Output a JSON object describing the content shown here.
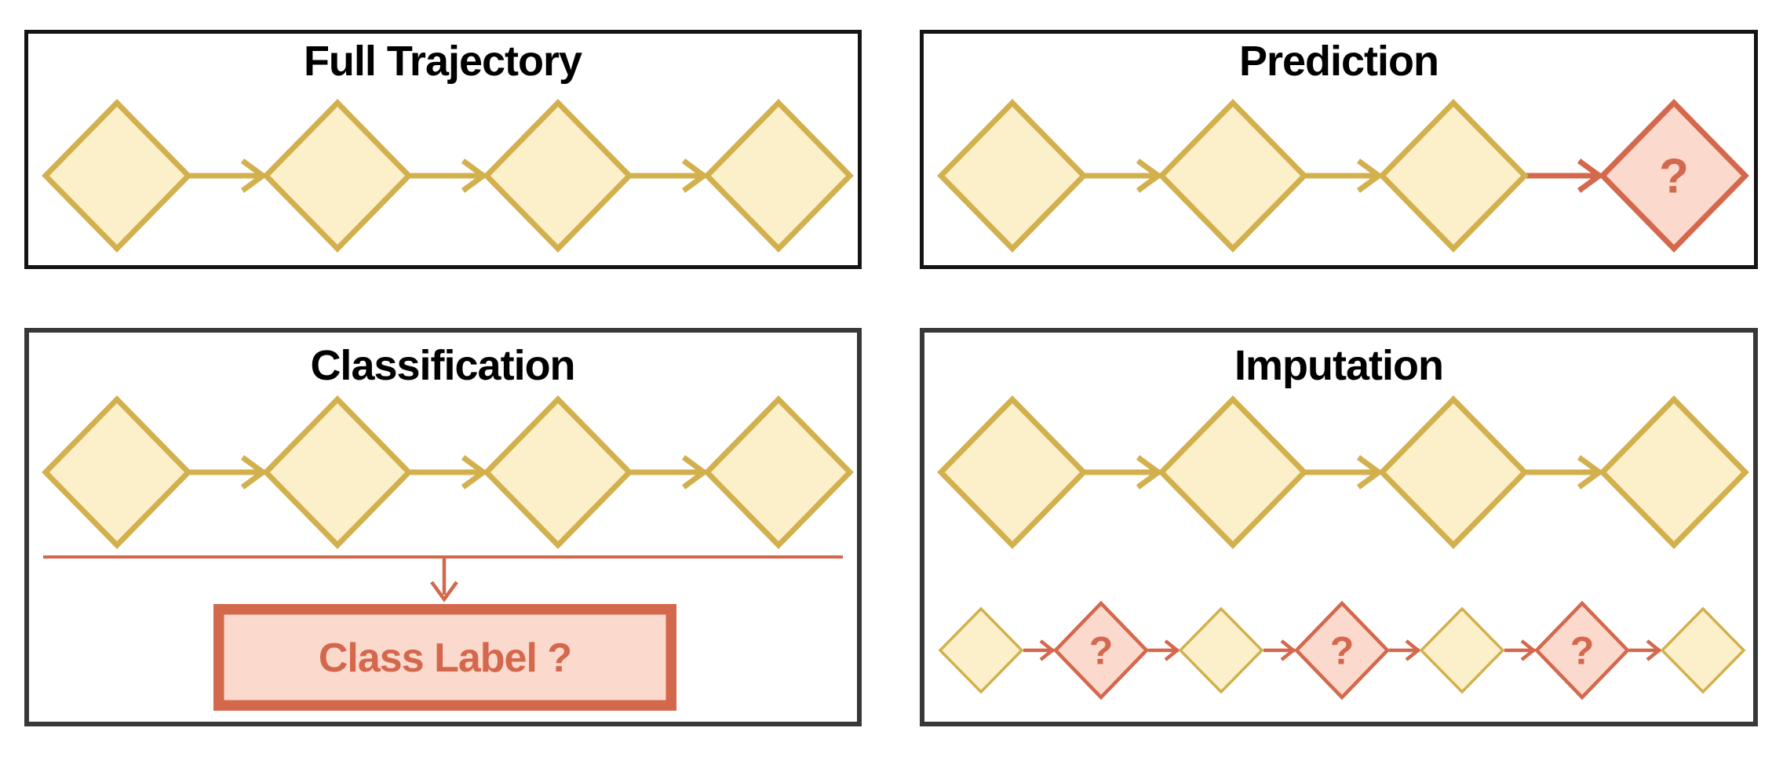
{
  "colors": {
    "background": "#FFFFFF",
    "observed_stroke": "#D3B04E",
    "observed_fill": "#FBF0C9",
    "unknown_stroke": "#D4684D",
    "unknown_fill": "#FBD9CD",
    "top_panel_border": "#141414",
    "bottom_panel_border": "#383838",
    "title_color": "#000000"
  },
  "panels": [
    {
      "key": "full_trajectory",
      "title": "Full Trajectory",
      "sequence": [
        "observed",
        "observed",
        "observed",
        "observed"
      ]
    },
    {
      "key": "prediction",
      "title": "Prediction",
      "sequence": [
        "observed",
        "observed",
        "observed",
        "unknown"
      ],
      "unknown_mark": "?"
    },
    {
      "key": "classification",
      "title": "Classification",
      "sequence": [
        "observed",
        "observed",
        "observed",
        "observed"
      ],
      "class_label": "Class Label ?"
    },
    {
      "key": "imputation",
      "title": "Imputation",
      "sequence": [
        "observed",
        "observed",
        "observed",
        "observed"
      ],
      "imputed_sequence": [
        "observed",
        "unknown",
        "observed",
        "unknown",
        "observed",
        "unknown",
        "observed"
      ],
      "unknown_mark": "?"
    }
  ]
}
